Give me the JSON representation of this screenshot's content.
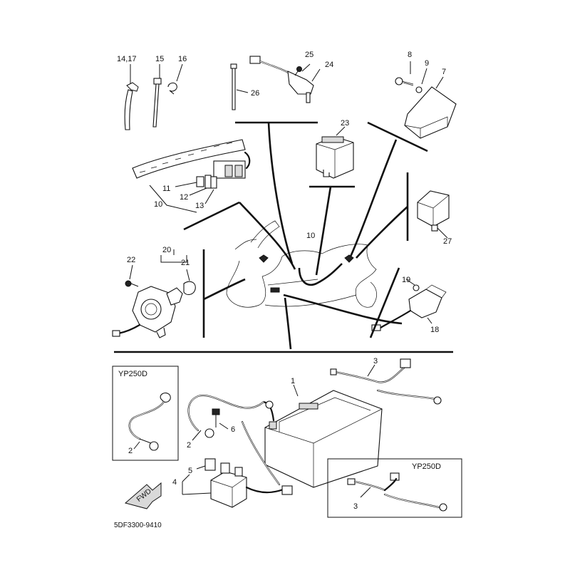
{
  "labels": [
    {
      "id": "l1417",
      "text": "14,17"
    },
    {
      "id": "l15",
      "text": "15"
    },
    {
      "id": "l16",
      "text": "16"
    },
    {
      "id": "l25",
      "text": "25"
    },
    {
      "id": "l24",
      "text": "24"
    },
    {
      "id": "l26",
      "text": "26"
    },
    {
      "id": "l8",
      "text": "8"
    },
    {
      "id": "l9",
      "text": "9"
    },
    {
      "id": "l7",
      "text": "7"
    },
    {
      "id": "l23",
      "text": "23"
    },
    {
      "id": "l11",
      "text": "11"
    },
    {
      "id": "l12",
      "text": "12"
    },
    {
      "id": "l13",
      "text": "13"
    },
    {
      "id": "l10a",
      "text": "10"
    },
    {
      "id": "l10b",
      "text": "10"
    },
    {
      "id": "l27",
      "text": "27"
    },
    {
      "id": "l20",
      "text": "20"
    },
    {
      "id": "l21",
      "text": "21"
    },
    {
      "id": "l22",
      "text": "22"
    },
    {
      "id": "l19",
      "text": "19"
    },
    {
      "id": "l18",
      "text": "18"
    },
    {
      "id": "l3a",
      "text": "3"
    },
    {
      "id": "l1",
      "text": "1"
    },
    {
      "id": "l6",
      "text": "6"
    },
    {
      "id": "l2a",
      "text": "2"
    },
    {
      "id": "l2b",
      "text": "2"
    },
    {
      "id": "l5",
      "text": "5"
    },
    {
      "id": "l4",
      "text": "4"
    },
    {
      "id": "l3b",
      "text": "3"
    }
  ],
  "variant_boxes": [
    {
      "id": "box-left",
      "text": "YP250D"
    },
    {
      "id": "box-right",
      "text": "YP250D"
    }
  ],
  "direction_badge": "FWD",
  "drawing_code": "5DF3300-9410"
}
